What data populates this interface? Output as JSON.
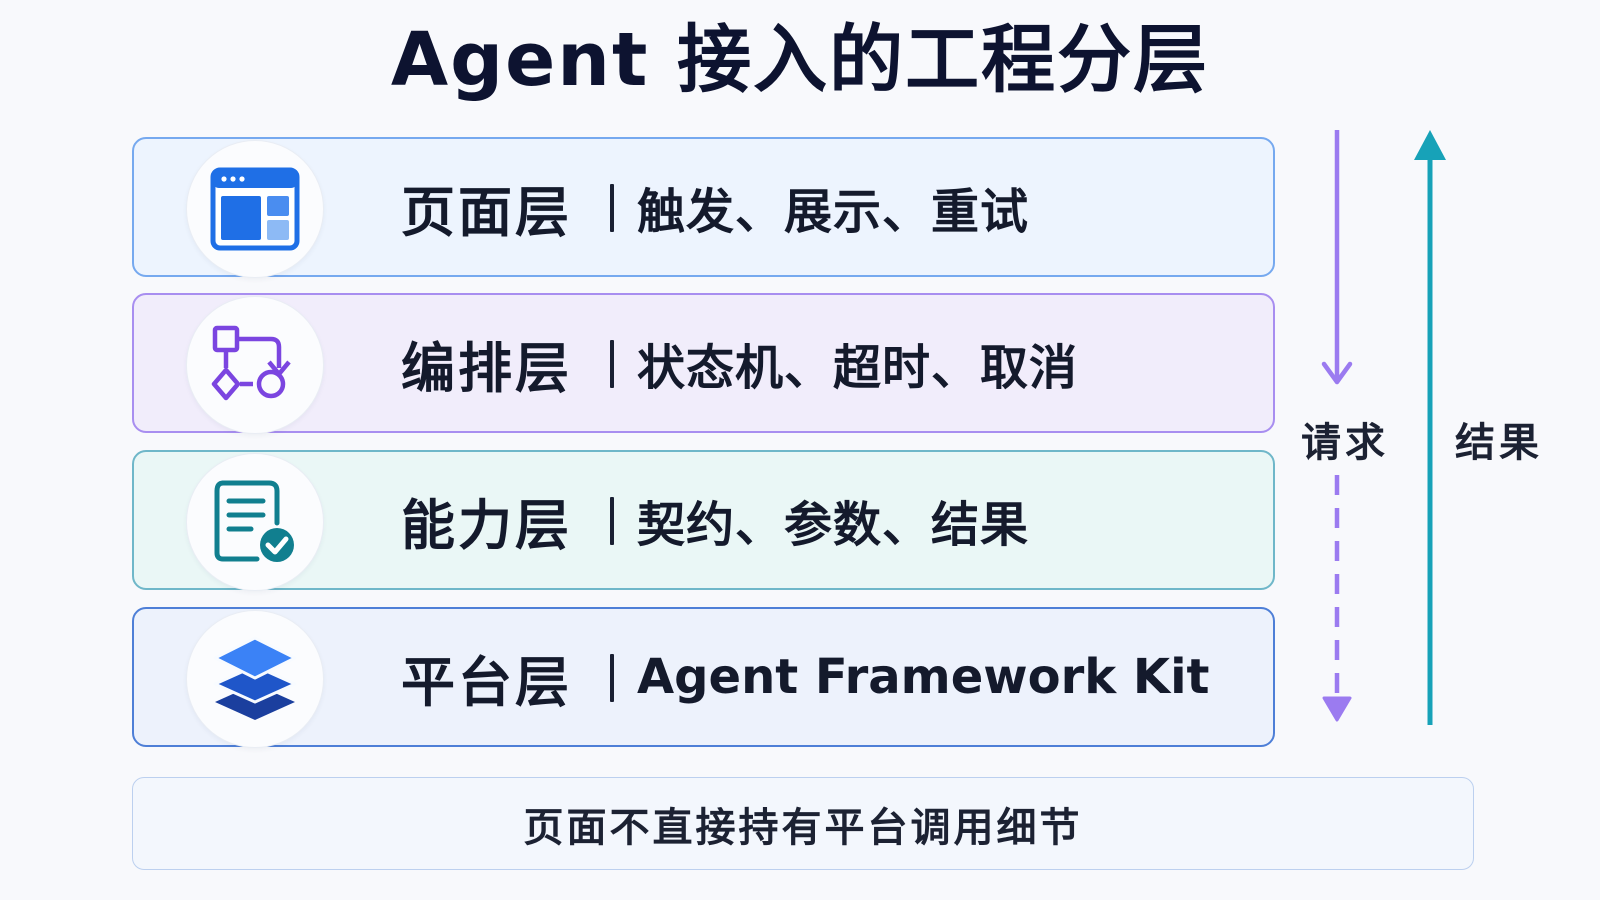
{
  "title": "Agent 接入的工程分层",
  "layers": [
    {
      "name": "页面层",
      "description": "触发、展示、重试",
      "icon": "browser-window-icon",
      "color": "#1f6fe6"
    },
    {
      "name": "编排层",
      "description": "状态机、超时、取消",
      "icon": "workflow-icon",
      "color": "#7b45e0"
    },
    {
      "name": "能力层",
      "description": "契约、参数、结果",
      "icon": "document-check-icon",
      "color": "#117f8f"
    },
    {
      "name": "平台层",
      "description": "Agent Framework Kit",
      "icon": "stacked-layers-icon",
      "color": "#1f56c9"
    }
  ],
  "flow": {
    "request_label": "请求",
    "result_label": "结果",
    "request_color": "#8b5cf6",
    "result_color": "#17a2b8"
  },
  "note": "页面不直接持有平台调用细节"
}
